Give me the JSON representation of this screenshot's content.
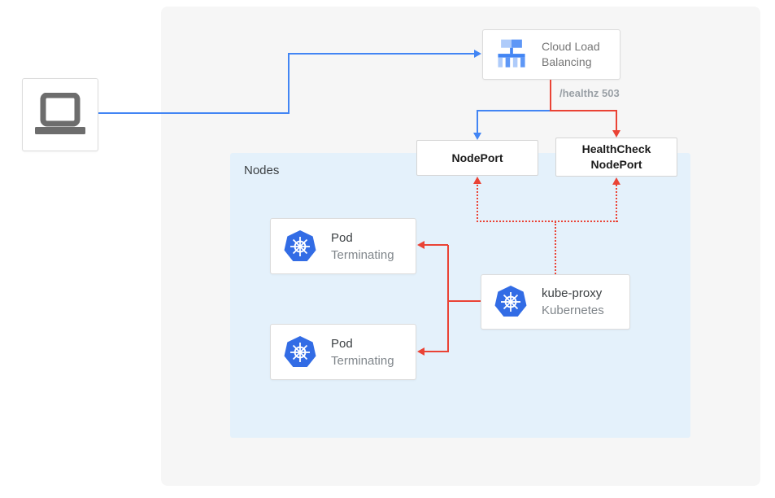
{
  "client": {
    "icon": "laptop-icon"
  },
  "load_balancer": {
    "label": "Cloud Load\nBalancing",
    "icon": "cloud-load-balancing-icon"
  },
  "health_check_label": "/healthz 503",
  "node_port": {
    "label": "NodePort"
  },
  "health_check_node_port": {
    "label": "HealthCheck\nNodePort"
  },
  "nodes_group": {
    "label": "Nodes"
  },
  "pods": [
    {
      "title": "Pod",
      "status": "Terminating",
      "icon": "kubernetes-icon"
    },
    {
      "title": "Pod",
      "status": "Terminating",
      "icon": "kubernetes-icon"
    }
  ],
  "kube_proxy": {
    "title": "kube-proxy",
    "subtitle": "Kubernetes",
    "icon": "kubernetes-icon"
  },
  "colors": {
    "blue": "#4285f4",
    "red": "#ea4335",
    "nodes_bg": "#e4f1fb",
    "canvas_bg": "#f6f6f6",
    "kubernetes_blue": "#326ce5"
  }
}
